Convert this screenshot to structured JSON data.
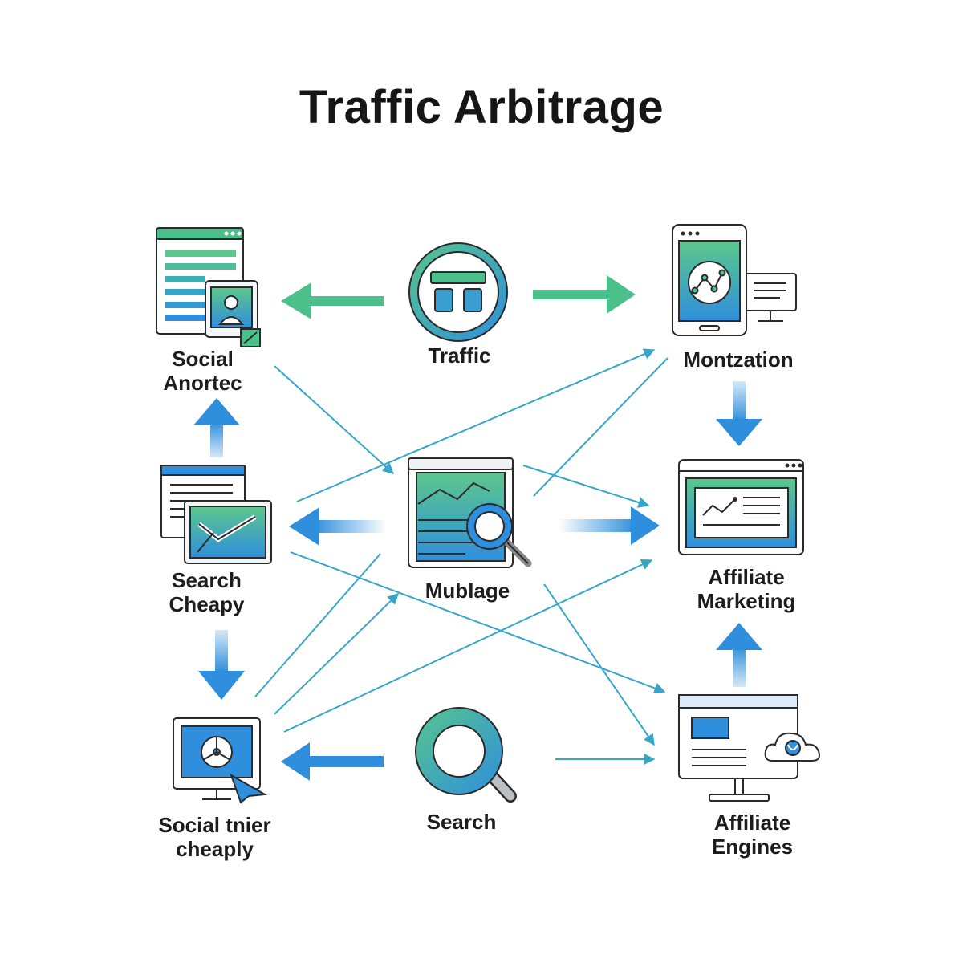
{
  "title": "Traffic Arbitrage",
  "nodes": {
    "social_anortec": {
      "line1": "Social",
      "line2": "Anortec"
    },
    "traffic": {
      "label": "Traffic"
    },
    "montzation": {
      "label": "Montzation"
    },
    "search_cheapy": {
      "line1": "Search",
      "line2": "Cheapy"
    },
    "mublage": {
      "label": "Mublage"
    },
    "affiliate_marketing": {
      "line1": "Affiliate",
      "line2": "Marketing"
    },
    "social_tnier": {
      "line1": "Social tnier",
      "line2": "cheaply"
    },
    "search": {
      "label": "Search"
    },
    "affiliate_engines": {
      "line1": "Affiliate",
      "line2": "Engines"
    }
  },
  "colors": {
    "green": "#4cc08a",
    "blue": "#2f8fdc",
    "teal": "#36a6c8",
    "outline": "#2a2a2a"
  },
  "icons": {
    "social_anortec": "browser-window-with-avatar-icon",
    "traffic": "traffic-circle-icon",
    "montzation": "tablet-with-monitor-icon",
    "search_cheapy": "stacked-windows-chart-icon",
    "mublage": "chart-with-magnifier-icon",
    "affiliate_marketing": "browser-trend-chart-icon",
    "social_tnier": "monitor-with-cursor-icon",
    "search": "magnifier-icon",
    "affiliate_engines": "monitor-with-cloud-icon"
  }
}
